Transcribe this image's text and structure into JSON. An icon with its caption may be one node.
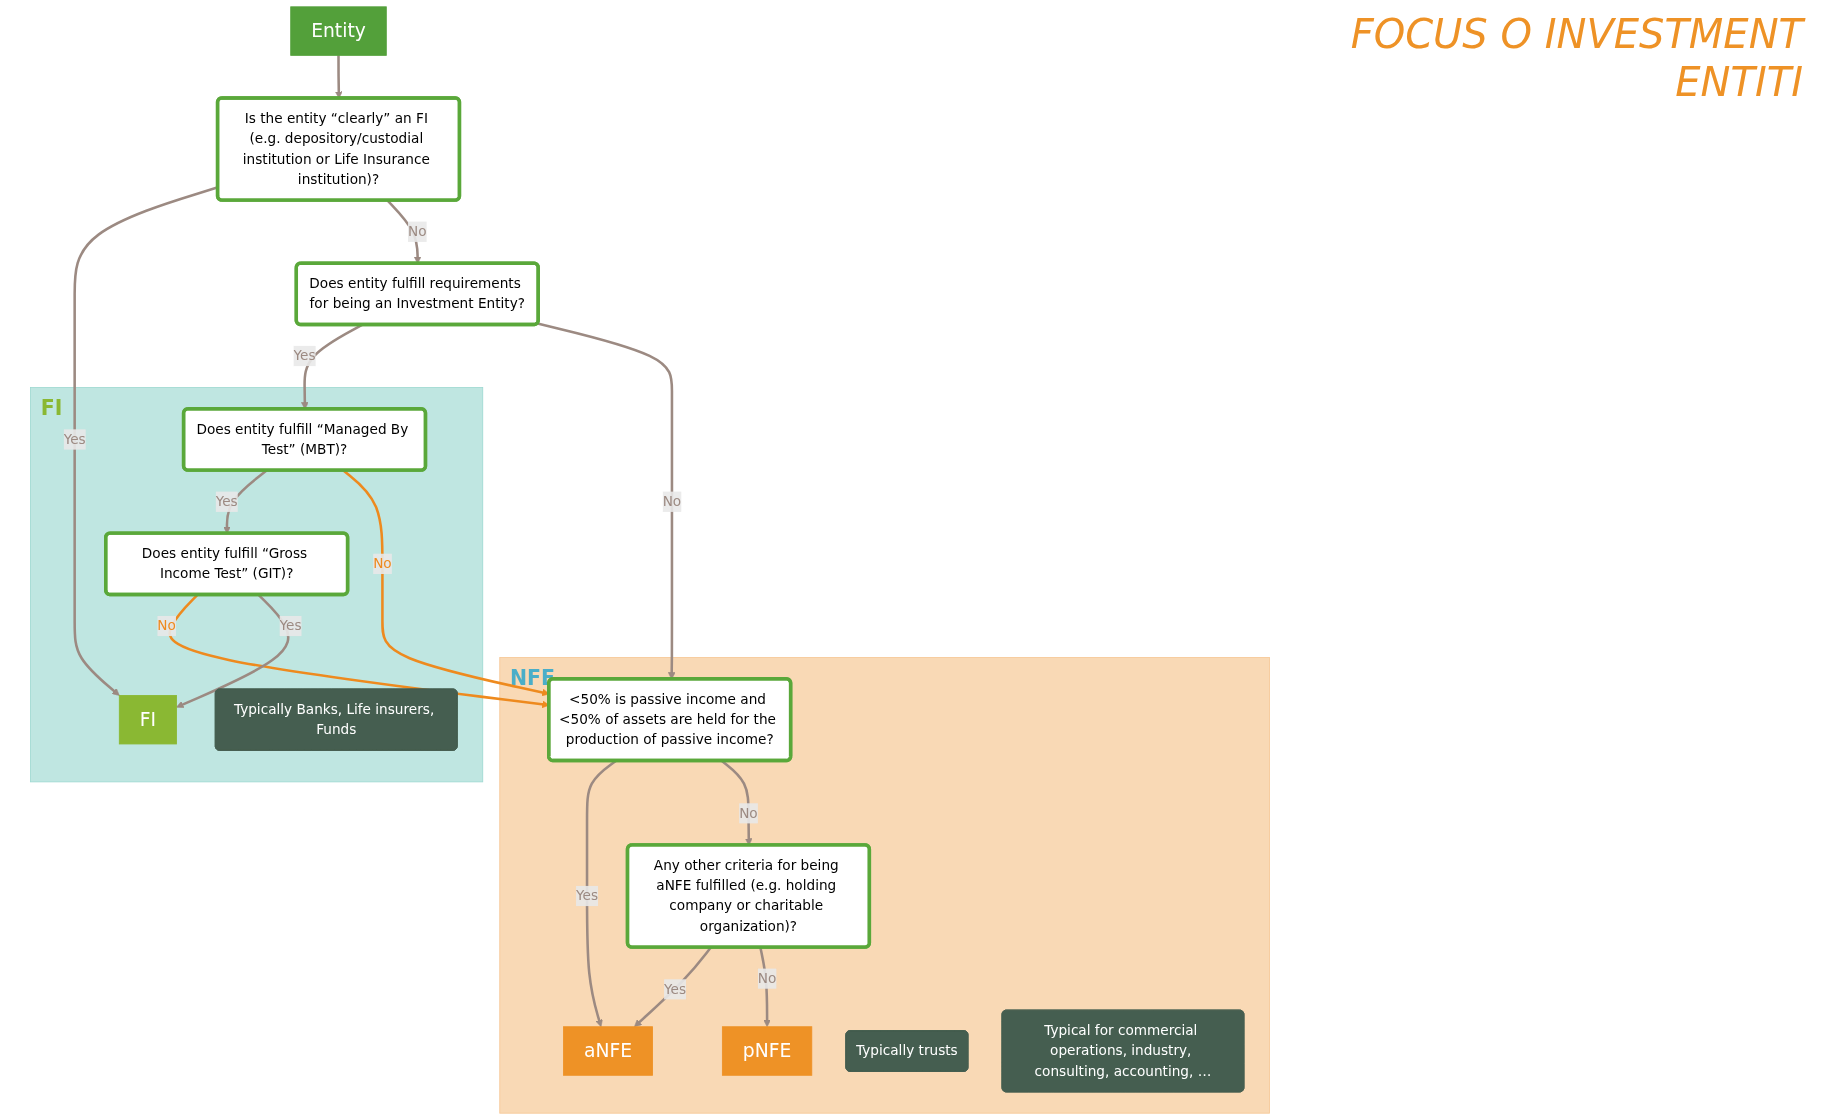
{
  "diagram": {
    "title": "FOCUS O INVESTMENT ENTITI",
    "nodes": [
      {
        "text": [
          "Entity"
        ]
      },
      {
        "text": [
          "FI"
        ]
      },
      {
        "text": [
          "NFE"
        ]
      },
      {
        "text": [
          "Is the entity “clearly” an FI (e.g. depository/custodial institution or Life Insurance institution)?"
        ]
      },
      {
        "text": [
          "Does entity fulfill requirements for being an Investment Entity?"
        ]
      },
      {
        "text": [
          "Does entity fulfill “Managed By Test” (MBT)?"
        ],
        "in": 1
      },
      {
        "text": [
          "Does entity fulfill “Gross Income Test” (GIT)?"
        ],
        "in": 1
      },
      {
        "text": [
          "FI"
        ],
        "in": 1
      },
      {
        "text": [
          "<50% is passive income and <50% of assets are held for the production of passive income?"
        ],
        "in": 2
      },
      {
        "text": [
          "Any other criteria for being aNFE fulfilled (e.g. holding company or charitable organization)?"
        ],
        "in": 2
      },
      {
        "text": [
          "pNFE"
        ],
        "in": 2
      },
      {
        "text": [
          "aNFE"
        ],
        "in": 2
      },
      {
        "text": [
          "Typically Banks, Life insurers, Funds"
        ],
        "in": 1
      },
      {
        "text": [
          "Typically trusts"
        ],
        "in": 2
      },
      {
        "text": [
          "Typical for commercial operations, industry, consulting, accounting, …"
        ],
        "in": 2
      }
    ],
    "edges": [
      {
        "from": 0,
        "to": 3,
        "arrow": "to"
      },
      {
        "from": 3,
        "to": 7,
        "label": "Yes",
        "arrow": "to"
      },
      {
        "from": 3,
        "to": 4,
        "label": "No",
        "arrow": "to"
      },
      {
        "from": 4,
        "to": 5,
        "label": "Yes",
        "arrow": "to"
      },
      {
        "from": 4,
        "to": 8,
        "label": "No",
        "arrow": "to"
      },
      {
        "from": 5,
        "to": 6,
        "label": "Yes",
        "arrow": "to"
      },
      {
        "from": 5,
        "to": 8,
        "label": "No",
        "arrow": "to",
        "color": "#ee8a1e"
      },
      {
        "from": 6,
        "to": 8,
        "label": "No",
        "arrow": "to",
        "color": "#ee8a1e"
      },
      {
        "from": 6,
        "to": 7,
        "label": "Yes",
        "arrow": "to"
      },
      {
        "from": 8,
        "to": 11,
        "label": "Yes",
        "arrow": "to"
      },
      {
        "from": 8,
        "to": 9,
        "label": "No",
        "arrow": "to"
      },
      {
        "from": 9,
        "to": 11,
        "label": "Yes",
        "arrow": "to"
      },
      {
        "from": 9,
        "to": 10,
        "label": "No",
        "arrow": "to"
      }
    ]
  }
}
